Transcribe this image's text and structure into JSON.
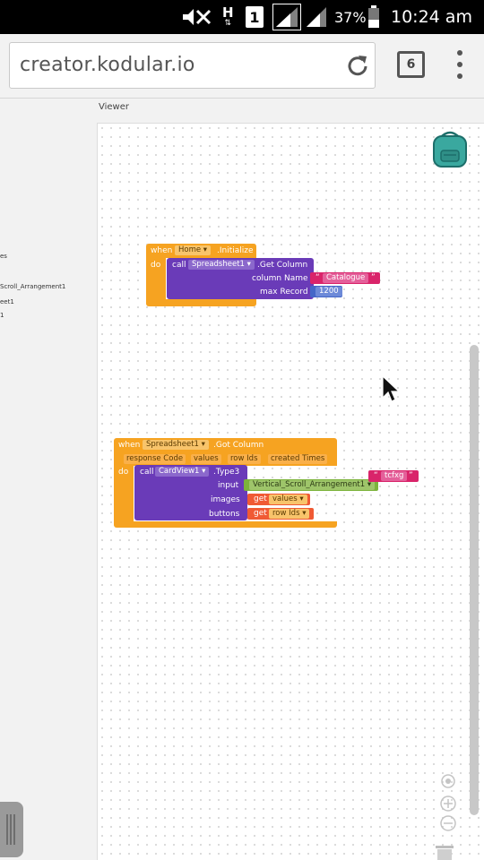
{
  "status_bar": {
    "signal_mark": "H",
    "sim_slot": "1",
    "battery": "37%",
    "time": "10:24 am"
  },
  "browser": {
    "url": "creator.kodular.io",
    "tab_count": "6"
  },
  "left_panel": {
    "labels": [
      "es",
      "Scroll_Arrangement1",
      "eet1",
      "1"
    ]
  },
  "viewer": {
    "label": "Viewer"
  },
  "block_init": {
    "event_word": "when",
    "component": "Home",
    "event_name": ".Initialize",
    "do_word": "do",
    "call_word": "call",
    "call_component": "Spreadsheet1",
    "method": ".Get Column",
    "arg1_label": "column Name",
    "arg1_value": "Catalogue",
    "arg2_label": "max Record",
    "arg2_value": "1200"
  },
  "block_got": {
    "event_word": "when",
    "component": "Spreadsheet1",
    "event_name": ".Got Column",
    "params": [
      "response Code",
      "values",
      "row Ids",
      "created Times"
    ],
    "do_word": "do",
    "call_word": "call",
    "call_component": "CardView1",
    "method": ".Type3",
    "arg_input_label": "input",
    "arg_input_value": "Vertical_Scroll_Arrangement1",
    "arg_images_label": "images",
    "arg_images_get": "get",
    "arg_images_value": "values",
    "arg_buttons_label": "buttons",
    "arg_buttons_get": "get",
    "arg_buttons_value": "row Ids",
    "floating_text": "tcfxg"
  },
  "colors": {
    "event_orange": "#f6a321",
    "call_purple": "#6a3bb8",
    "text_pink": "#d9246a",
    "number_blue": "#4467c8",
    "component_green": "#7cb33b",
    "getter_red": "#f05a34"
  }
}
